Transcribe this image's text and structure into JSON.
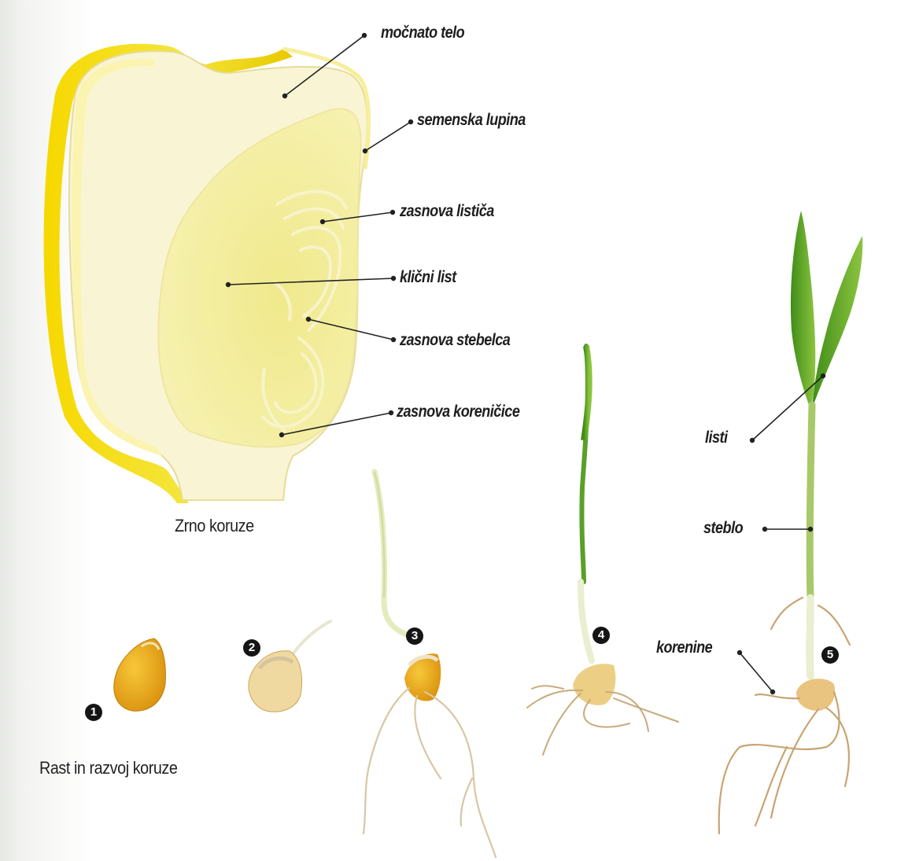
{
  "kernel": {
    "labels": {
      "mocnato_telo": "močnato telo",
      "semenska_lupina": "semenska lupina",
      "zasnova_listica": "zasnova lističa",
      "klicni_list": "klični list",
      "zasnova_stebelca": "zasnova stebelca",
      "zasnova_korenicice": "zasnova koreničice"
    },
    "caption": "Zrno koruze"
  },
  "growth": {
    "caption": "Rast in razvoj koruze",
    "stages": [
      "1",
      "2",
      "3",
      "4",
      "5"
    ],
    "labels": {
      "listi": "listi",
      "steblo": "steblo",
      "korenine": "korenine"
    }
  },
  "colors": {
    "shell": "#f2d51a",
    "endosperm": "#f9f4cf",
    "germ": "#f1eb9a",
    "leaf": "#4f9a1f",
    "root": "#c9a97a",
    "seed": "#e9a918"
  }
}
